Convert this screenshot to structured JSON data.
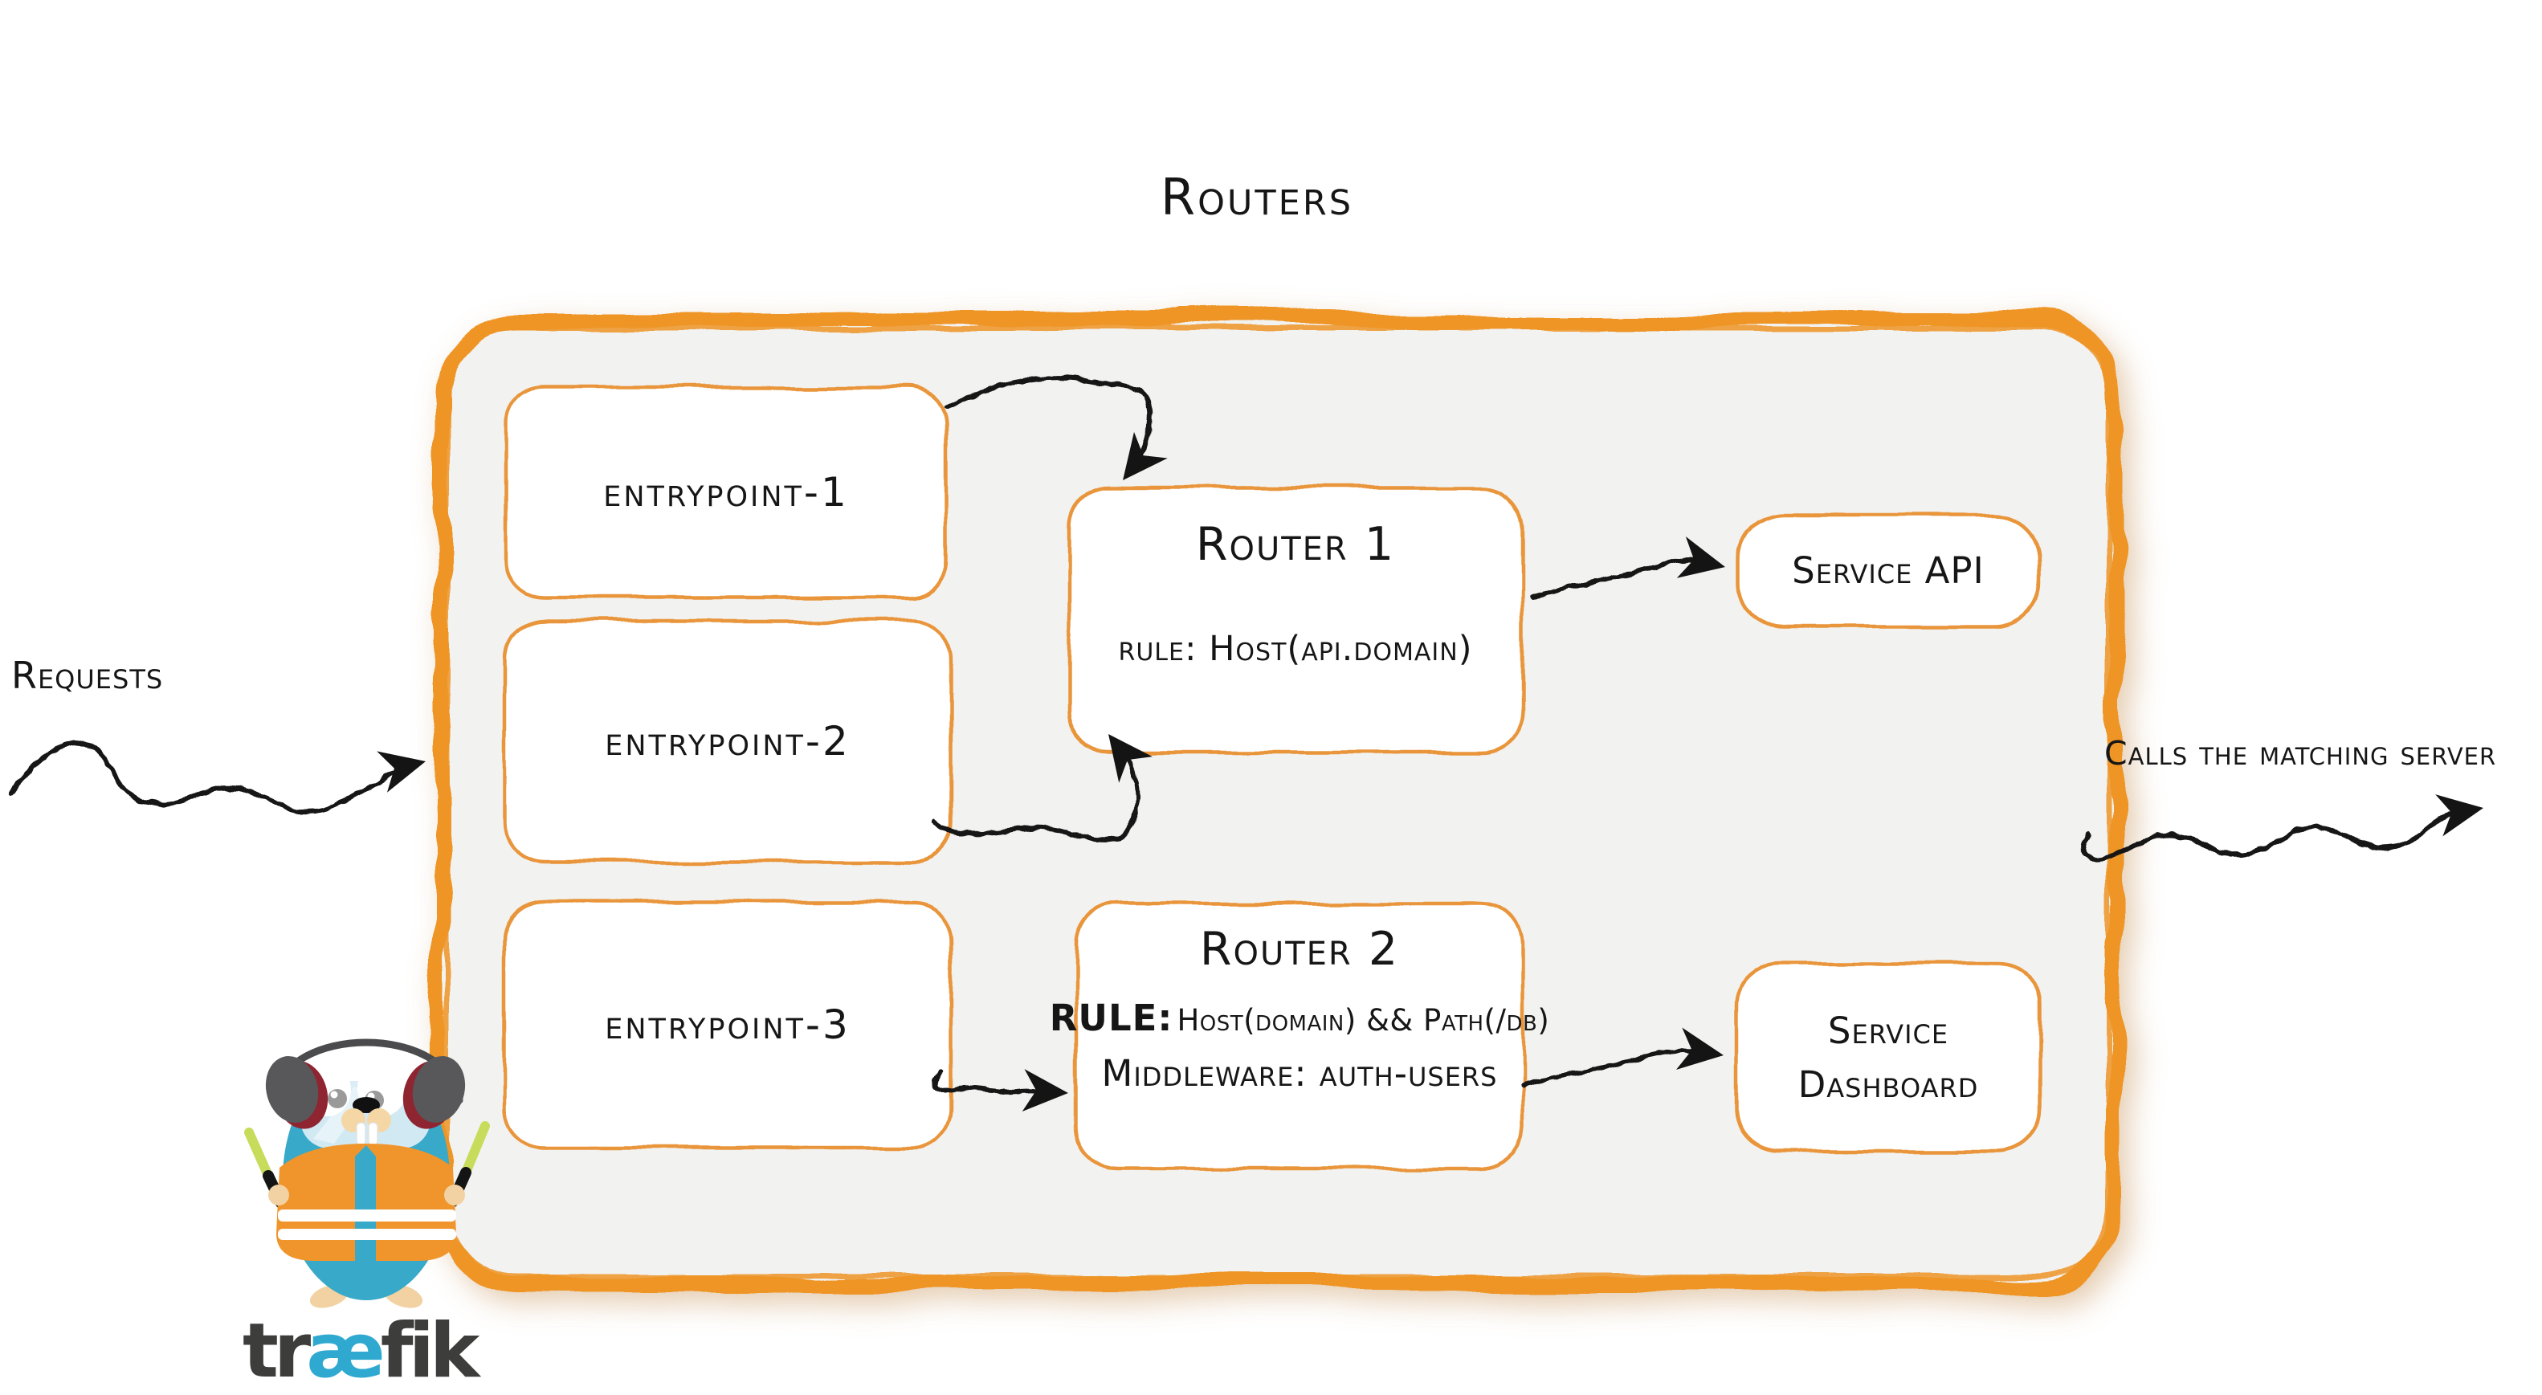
{
  "title": "Routers",
  "labels": {
    "requests": "Requests",
    "calls": "Calls the matching server"
  },
  "entrypoints": [
    {
      "label": "entrypoint-1"
    },
    {
      "label": "entrypoint-2"
    },
    {
      "label": "entrypoint-3"
    }
  ],
  "router1": {
    "name": "Router 1",
    "rule": "rule: Host(api.domain)"
  },
  "router2": {
    "name": "Router 2",
    "rule_label": "RULE:",
    "rule_value": "Host(domain) && Path(/db)",
    "middleware": "Middleware: auth-users"
  },
  "services": [
    {
      "label": "Service API"
    },
    {
      "line1": "Service",
      "line2": "Dashboard"
    }
  ],
  "logo": {
    "wordmark_pre": "tr",
    "wordmark_ae": "æ",
    "wordmark_post": "fik"
  },
  "colors": {
    "container_border_orange": "#EE9526",
    "box_border_orange": "#E9953B",
    "container_fill": "#F2F2F1",
    "box_fill": "#FFFFFF",
    "ink": "#161616",
    "logo_blue": "#38A9C8",
    "logo_vest_orange": "#F0952B",
    "logo_stick_green": "#C7DC5A",
    "logo_headphone_gray": "#58585B",
    "logo_headphone_red": "#8E2531",
    "wordmark_dark": "#3D3D3C",
    "wordmark_blue": "#2FA9D0"
  }
}
